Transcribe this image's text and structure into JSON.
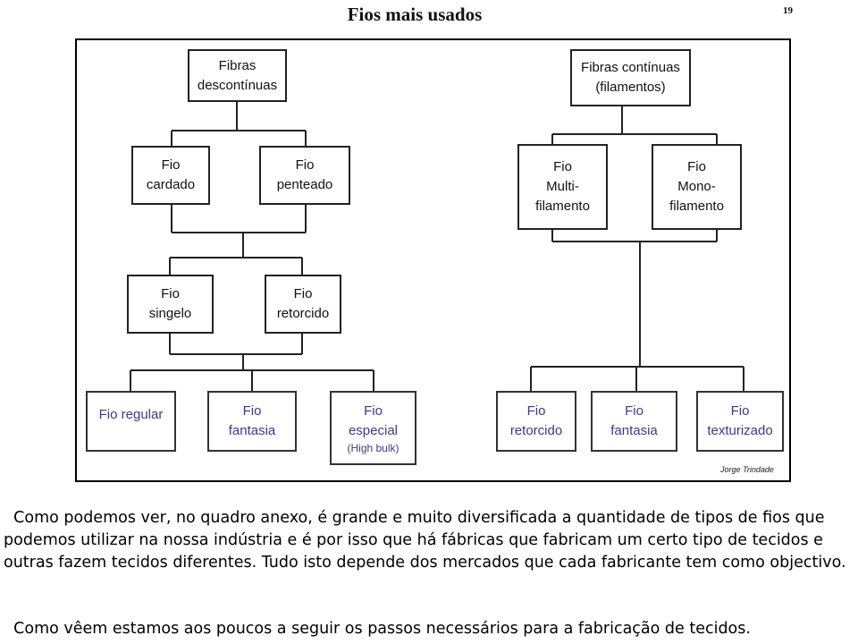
{
  "page": {
    "title": "Fios mais usados",
    "page_number": "19",
    "author": "Jorge Trindade"
  },
  "diagram": {
    "fibras_descontinuas": [
      "Fibras",
      "descontínuas"
    ],
    "fibras_continuas": [
      "Fibras contínuas",
      "(filamentos)"
    ],
    "fio_cardado": [
      "Fio",
      "cardado"
    ],
    "fio_penteado": [
      "Fio",
      "penteado"
    ],
    "fio_multifilamento": [
      "Fio",
      "Multi-",
      "filamento"
    ],
    "fio_monofilamento": [
      "Fio",
      "Mono-",
      "filamento"
    ],
    "fio_singelo": [
      "Fio",
      "singelo"
    ],
    "fio_retorcido": [
      "Fio",
      "retorcido"
    ],
    "fio_regular": [
      "Fio regular"
    ],
    "fio_fantasia": [
      "Fio",
      "fantasia"
    ],
    "fio_especial": [
      "Fio",
      "especial"
    ],
    "fio_especial_note": "(High bulk)",
    "fio_retorcido_cont": [
      "Fio",
      "retorcido"
    ],
    "fio_fantasia_cont": [
      "Fio",
      "fantasia"
    ],
    "fio_texturizado": [
      "Fio",
      "texturizado"
    ]
  },
  "text": {
    "paragraph1": "  Como podemos ver, no quadro anexo, é grande e muito diversificada a quantidade de tipos de fios que podemos utilizar na nossa indústria e é por isso que há fábricas que fabricam um certo tipo de tecidos e outras fazem tecidos diferentes. Tudo isto depende dos mercados que cada fabricante tem como objectivo.",
    "paragraph2": "  Como vêem estamos aos poucos a seguir os passos necessários para a fabricação de tecidos."
  }
}
